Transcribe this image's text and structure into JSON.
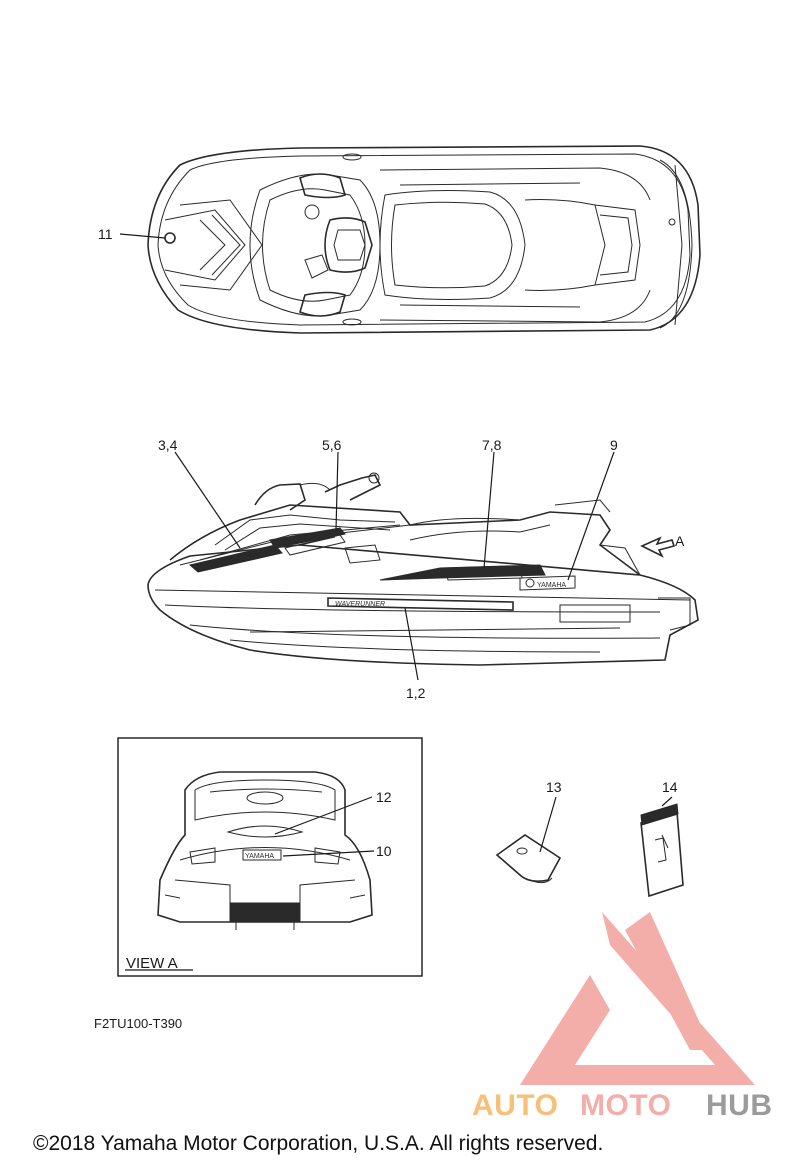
{
  "callouts": {
    "c11": "11",
    "c34": "3,4",
    "c56": "5,6",
    "c78": "7,8",
    "c9": "9",
    "cA": "A",
    "c12n": "1,2",
    "c12": "12",
    "c10": "10",
    "c13": "13",
    "c14": "14"
  },
  "decals": {
    "waverunner": "WAVERUNNER",
    "yamaha": "YAMAHA"
  },
  "view_a_label": "VIEW A",
  "diagram_code": "F2TU100-T390",
  "watermark": {
    "part1": "AUTO",
    "part2": "MOTO",
    "part3": "HUB",
    "color_logo": "#f2a19c",
    "color_orange": "#f6b560",
    "color_salmon": "#f2a19c",
    "color_gray": "#8a8a8a"
  },
  "copyright": "©2018 Yamaha Motor Corporation, U.S.A. All rights reserved."
}
